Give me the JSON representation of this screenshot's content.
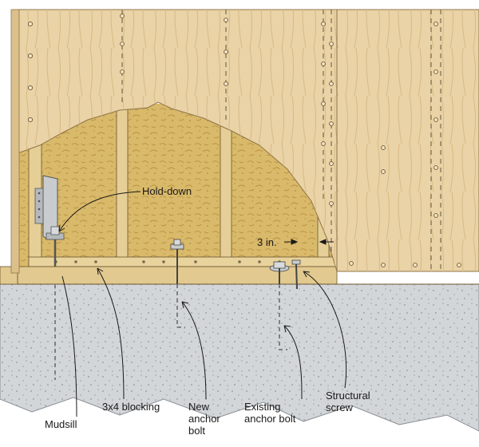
{
  "labels": {
    "hold_down": "Hold-down",
    "gap": "3 in.",
    "mudsill": "Mudsill",
    "blocking": "3x4 blocking",
    "new_bolt": [
      "New",
      "anchor",
      "bolt"
    ],
    "existing_bolt": [
      "Existing",
      "anchor bolt"
    ],
    "structural_screw": [
      "Structural",
      "screw"
    ]
  },
  "colors": {
    "plywood": "#ead3a6",
    "plywood_grain": "#cfae79",
    "insulation": "#d9b96a",
    "insulation_dark": "#b8923f",
    "lumber": "#e6cf96",
    "concrete": "#d3d6d9",
    "concrete_speck": "#9aa0a6",
    "metal": "#c9ccce",
    "line": "#1a1a1a"
  }
}
